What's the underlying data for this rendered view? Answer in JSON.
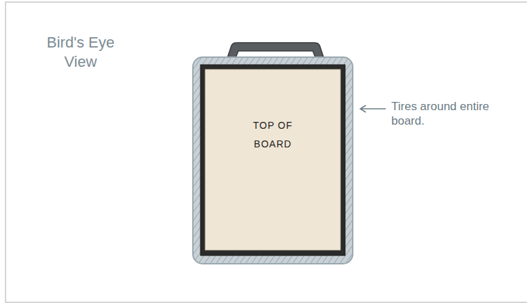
{
  "diagram": {
    "nodes": [
      {
        "text": [
          "TOP OF BOARD"
        ]
      }
    ],
    "labels": [
      "Bird's Eye View",
      "Tires around entire board."
    ]
  }
}
